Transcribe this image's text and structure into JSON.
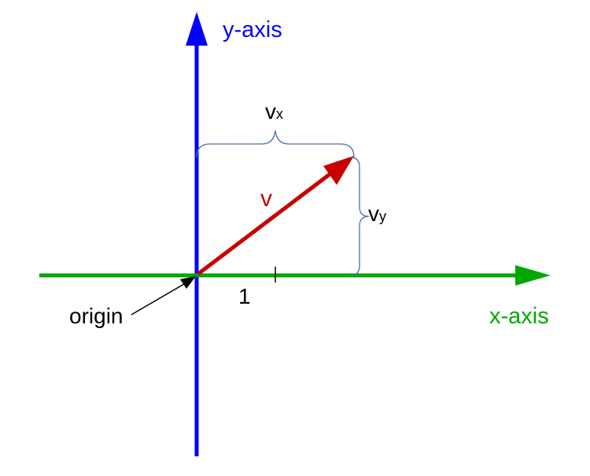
{
  "labels": {
    "y_axis": "y-axis",
    "x_axis": "x-axis",
    "origin": "origin",
    "unit_tick": "1",
    "vector": "v",
    "vx_main": "v",
    "vx_sub": "x",
    "vy_main": "v",
    "vy_sub": "y"
  },
  "colors": {
    "y_axis": "#0000ff",
    "x_axis": "#00a800",
    "vector": "#c80000",
    "brace": "#4f6fa8",
    "text": "#000000"
  }
}
